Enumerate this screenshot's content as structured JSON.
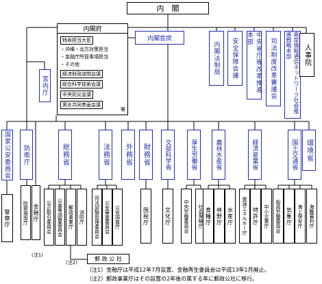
{
  "cabinet": "内　閣",
  "cabinet_office": {
    "title": "内閣府",
    "minister_title": "特命担当大臣",
    "minister_duties": [
      "・沖縄・北方対策担当",
      "・金融庁所管事項担当",
      "・その他"
    ],
    "councils": [
      "経済財政諮問会議",
      "総合科学技術会議",
      "中央防災会議",
      "男女共同参画会議"
    ],
    "etc": "等"
  },
  "cabinet_secretariat": "内閣官房",
  "top_bodies": [
    "内閣法制局",
    "安全保障会議",
    "中央省庁等改革推進本部",
    "司法制度改革審議会",
    "高度情報通信ネットワーク社会推進戦略本部"
  ],
  "personnel": "人事院",
  "imperial_household": "宮内庁",
  "left_column": {
    "npsc": "国家公安委員会",
    "npa": "警察庁",
    "defense": "防衛庁",
    "defense_facilities": "防衛施設庁",
    "fsa": "金融庁",
    "note_ref1": "(注1)"
  },
  "ministries": [
    {
      "name": "総務省",
      "agencies": [
        "公正取引委員会",
        "公害等調整委員会",
        "郵政事業庁"
      ]
    },
    {
      "name": "法務省",
      "agencies": [
        "司法試験管理委員会",
        "公安審査委員会",
        "公安調査庁"
      ]
    },
    {
      "name": "外務省",
      "agencies": []
    },
    {
      "name": "財務省",
      "agencies": [
        "国税庁"
      ]
    },
    {
      "name": "文部科学省",
      "agencies": [
        "文化庁"
      ]
    },
    {
      "name": "厚生労働省",
      "agencies": [
        "中央労働委員会",
        "社会保険庁"
      ]
    },
    {
      "name": "農林水産省",
      "agencies": [
        "食糧庁",
        "林野庁",
        "水産庁"
      ]
    },
    {
      "name": "経済産業省",
      "agencies": [
        "資源エネルギー庁",
        "特許庁",
        "中小企業庁"
      ]
    },
    {
      "name": "国土交通省",
      "agencies": [
        "船員労働委員会",
        "気象庁",
        "海上保安庁",
        "海難審判庁"
      ]
    },
    {
      "name": "環境省",
      "agencies": []
    }
  ],
  "fdma": "消防庁",
  "postal_corp": "郵 政 公 社",
  "note_ref2": "(注2)",
  "notes": [
    "（注1）金融庁は平成12年7月設置、金融再生委員会は平成13年1月廃止。",
    "（注2）郵政事業庁はその設置の2年後の属する年に郵政公社に移行。"
  ],
  "colors": {
    "line": "#000000",
    "accent": "#1c2ca8",
    "background": "#ffffff"
  }
}
